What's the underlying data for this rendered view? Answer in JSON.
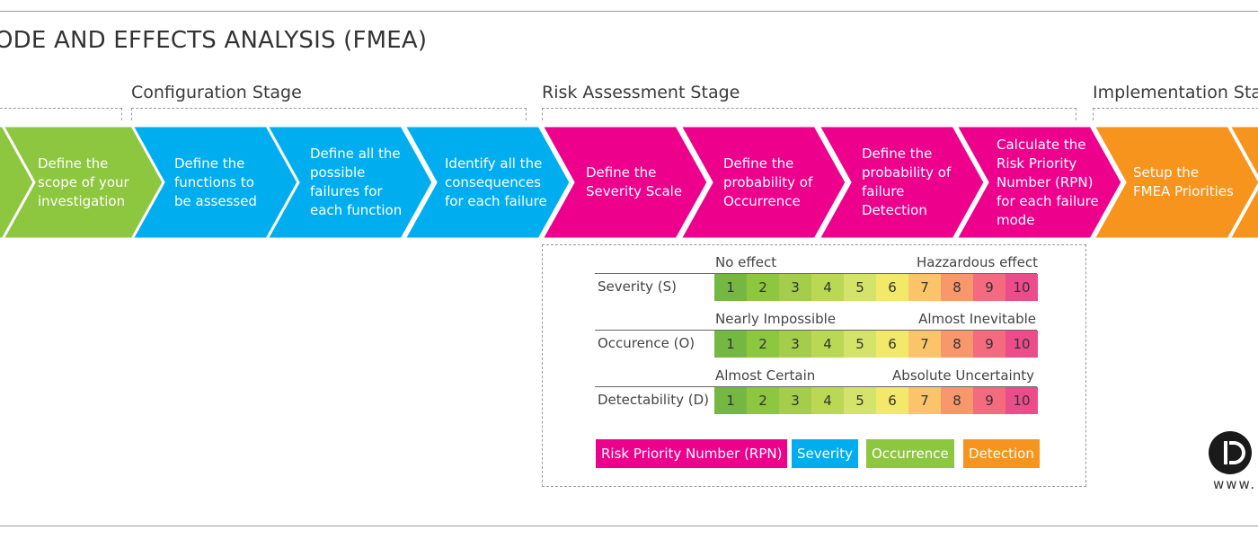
{
  "title": "ODE AND EFFECTS ANALYSIS (FMEA)",
  "stages": [
    {
      "label": "Configuration Stage"
    },
    {
      "label": "Risk Assessment Stage"
    },
    {
      "label": "Implementation Sta"
    }
  ],
  "colors": {
    "green": "#8dc63f",
    "blue": "#00aeef",
    "magenta": "#ec008c",
    "orange": "#f7941d"
  },
  "steps": [
    {
      "text": "",
      "color": "#8dc63f"
    },
    {
      "text": "Define the\nscope of your\ninvestigation",
      "color": "#8dc63f"
    },
    {
      "text": "Define the\nfunctions to\nbe assessed",
      "color": "#00aeef"
    },
    {
      "text": "Define all the\npossible\nfailures for\neach function",
      "color": "#00aeef"
    },
    {
      "text": "Identify all the\nconsequences\nfor each failure",
      "color": "#00aeef"
    },
    {
      "text": "Define the\nSeverity Scale",
      "color": "#ec008c"
    },
    {
      "text": "Define the\nprobability of\nOccurrence",
      "color": "#ec008c"
    },
    {
      "text": "Define the\nprobability of\nfailure\nDetection",
      "color": "#ec008c"
    },
    {
      "text": "Calculate the\nRisk Priority\nNumber (RPN)\nfor each failure\nmode",
      "color": "#ec008c"
    },
    {
      "text": "Setup the\nFMEA Priorities",
      "color": "#f7941d"
    },
    {
      "text": "",
      "color": "#f7941d"
    }
  ],
  "scale": {
    "values": [
      "1",
      "2",
      "3",
      "4",
      "5",
      "6",
      "7",
      "8",
      "9",
      "10"
    ],
    "cell_colors": [
      "#74b843",
      "#8dc63f",
      "#a3cd4a",
      "#bad853",
      "#d4e46a",
      "#f2e86a",
      "#fcc46a",
      "#f8976c",
      "#f46a7e",
      "#ec4c8a"
    ],
    "rows": [
      {
        "label": "Severity (S)",
        "low": "No effect",
        "high": "Hazzardous effect"
      },
      {
        "label": "Occurence (O)",
        "low": "Nearly Impossible",
        "high": "Almost Inevitable"
      },
      {
        "label": "Detectability (D)",
        "low": "Almost Certain",
        "high": "Absolute Uncertainty"
      }
    ]
  },
  "legend": [
    {
      "label": "Risk Priority Number (RPN)",
      "color": "#ec008c"
    },
    {
      "label": "Severity",
      "color": "#00aeef"
    },
    {
      "label": "Occurrence",
      "color": "#8dc63f"
    },
    {
      "label": "Detection",
      "color": "#f7941d"
    }
  ],
  "logo": {
    "url": "www."
  }
}
